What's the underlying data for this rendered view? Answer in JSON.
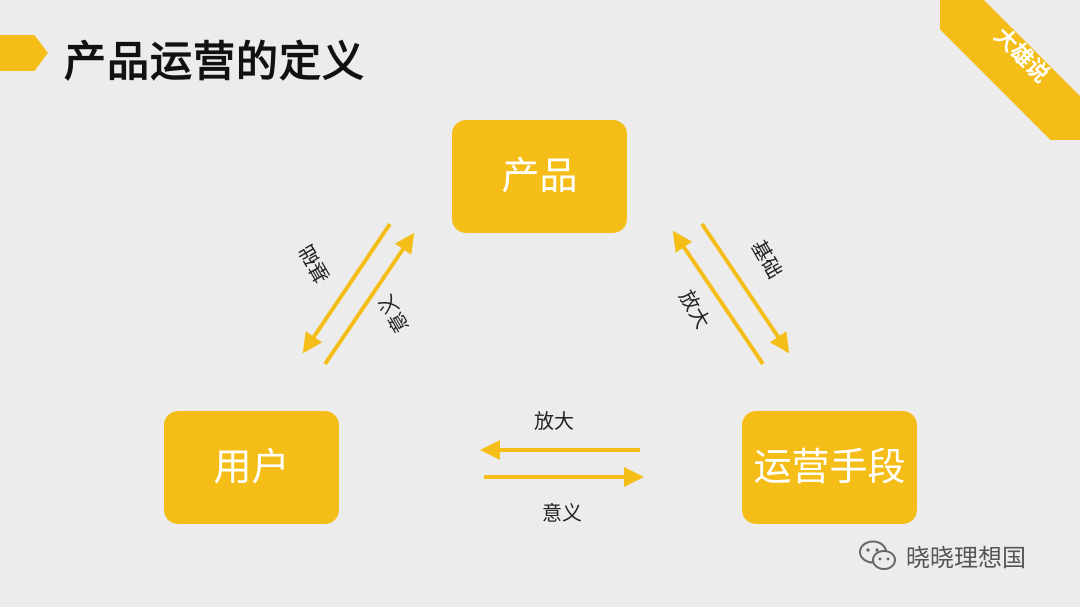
{
  "title": "产品运营的定义",
  "corner_tag": "大雄说",
  "nodes": {
    "product": "产品",
    "user": "用户",
    "operations": "运营手段"
  },
  "edge_labels": {
    "product_user_outer": "基础",
    "product_user_inner": "意义",
    "product_ops_outer": "基础",
    "product_ops_inner": "放大",
    "user_ops_top": "放大",
    "user_ops_bottom": "意义"
  },
  "watermark": "晓晓理想国",
  "colors": {
    "accent": "#f5bd18",
    "background": "#ececec",
    "text": "#111111"
  }
}
